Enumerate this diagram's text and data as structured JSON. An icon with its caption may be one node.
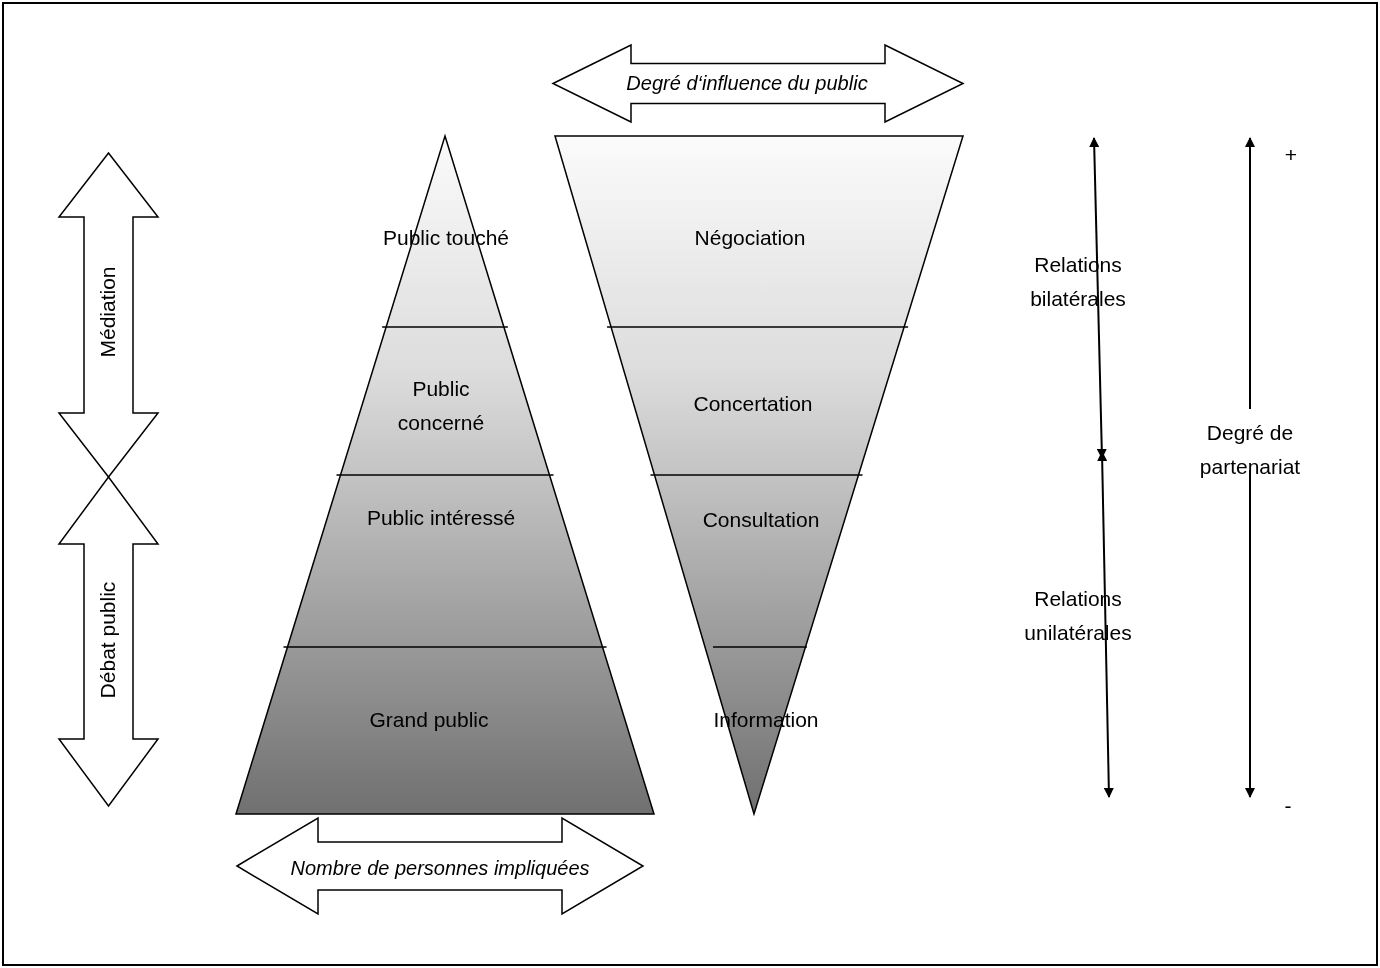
{
  "diagram": {
    "nodes": [
      {
        "text": [
          "Médiation"
        ]
      },
      {
        "text": [
          "Débat public"
        ]
      },
      {
        "text": [
          "Public touché",
          "Public concerné",
          "Public intéressé",
          "Grand public"
        ]
      },
      {
        "text": [
          "Degré d‘influence du public"
        ]
      },
      {
        "text": [
          "Négociation",
          "Concertation",
          "Consultation",
          "Information"
        ]
      },
      {
        "text": [
          "Nombre de personnes impliquées"
        ]
      }
    ],
    "labels": [
      "+",
      "Relations bilatérales",
      "Degré de partenariat",
      "Relations unilatérales",
      "-"
    ]
  }
}
